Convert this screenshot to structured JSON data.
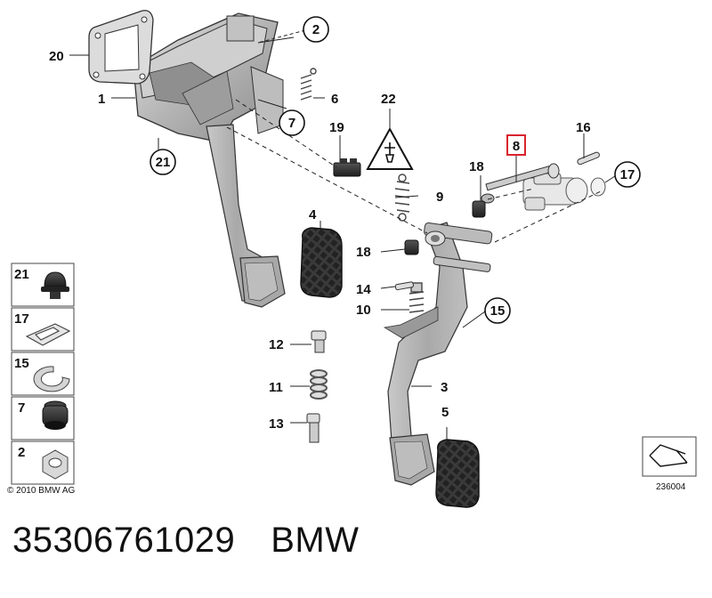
{
  "diagram": {
    "callouts": {
      "c1": "1",
      "c2": "2",
      "c3": "3",
      "c4": "4",
      "c5": "5",
      "c6": "6",
      "c7": "7",
      "c8": "8",
      "c9": "9",
      "c10": "10",
      "c11": "11",
      "c12": "12",
      "c13": "13",
      "c14": "14",
      "c15": "15",
      "c16": "16",
      "c17": "17",
      "c18a": "18",
      "c18b": "18",
      "c19": "19",
      "c20": "20",
      "c21": "21",
      "c22": "22"
    },
    "legend": [
      {
        "num": "21",
        "icon": "grommet-icon"
      },
      {
        "num": "17",
        "icon": "clip-icon"
      },
      {
        "num": "15",
        "icon": "circlip-icon"
      },
      {
        "num": "7",
        "icon": "rubber-bushing-icon"
      },
      {
        "num": "2",
        "icon": "hex-nut-icon"
      }
    ],
    "copyright": "© 2010 BMW AG",
    "diagram_id": "236004",
    "highlighted_callout": "8",
    "highlight_color": "#d9232e"
  },
  "caption": {
    "part_number": "35306761029",
    "brand": "BMW"
  }
}
